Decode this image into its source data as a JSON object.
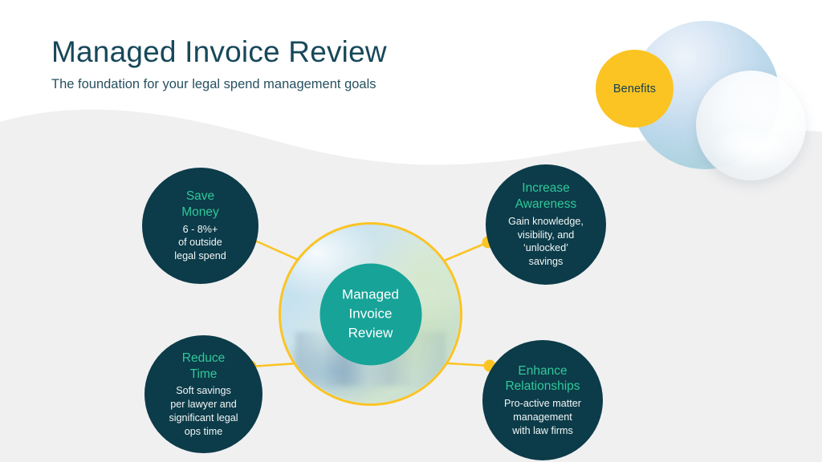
{
  "header": {
    "title": "Managed Invoice Review",
    "subtitle": "The foundation for your legal spend management goals"
  },
  "badge": {
    "label": "Benefits"
  },
  "hub": {
    "label": "Managed\nInvoice\nReview"
  },
  "bubbles": [
    {
      "id": "save-money",
      "title": "Save\nMoney",
      "body": "6 - 8%+\nof outside\nlegal spend"
    },
    {
      "id": "increase-awareness",
      "title": "Increase\nAwareness",
      "body": "Gain knowledge,\nvisibility, and\n‘unlocked’\nsavings"
    },
    {
      "id": "reduce-time",
      "title": "Reduce\nTime",
      "body": "Soft savings\nper lawyer and\nsignificant legal\nops time"
    },
    {
      "id": "enhance-relationships",
      "title": "Enhance\nRelationships",
      "body": "Pro-active matter\nmanagement\nwith law firms"
    }
  ],
  "colors": {
    "navy_bubble": "#0c3b49",
    "title_navy": "#17485a",
    "accent_yellow": "#fbc423",
    "heading_green": "#2fc99b",
    "hub_teal": "#17a398",
    "page_gray": "#f0f0f1",
    "page_white": "#ffffff"
  }
}
